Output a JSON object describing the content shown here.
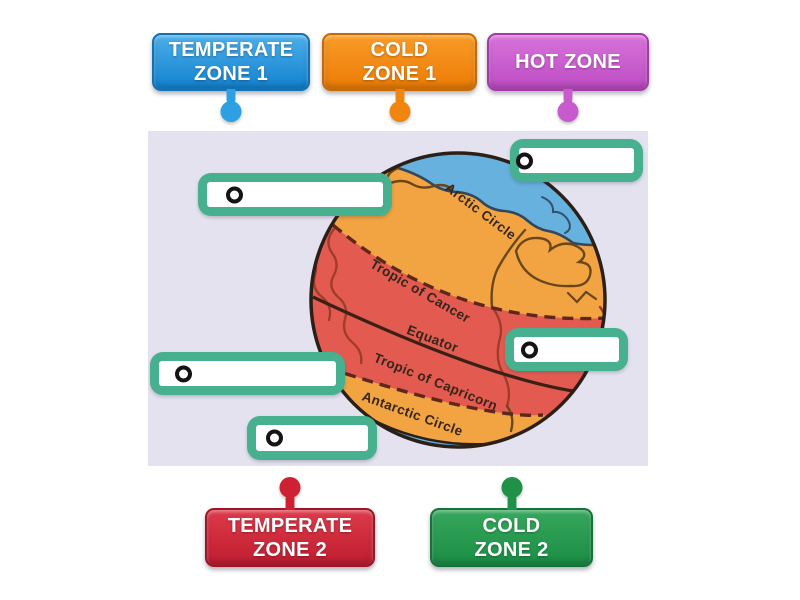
{
  "page": {
    "background": "#ffffff"
  },
  "board": {
    "background": "#e3e2ee",
    "slot_border_color": "#47b08e",
    "slot_marker_color": "#141414"
  },
  "draggables": [
    {
      "id": "temperate-zone-1",
      "label": "TEMPERATE\nZONE 1",
      "color": "#2196dd",
      "row": "top"
    },
    {
      "id": "cold-zone-1",
      "label": "COLD\nZONE 1",
      "color": "#f0850f",
      "row": "top"
    },
    {
      "id": "hot-zone",
      "label": "HOT ZONE",
      "color": "#c75bcd",
      "row": "top"
    },
    {
      "id": "temperate-zone-2",
      "label": "TEMPERATE\nZONE 2",
      "color": "#ce2133",
      "row": "bottom"
    },
    {
      "id": "cold-zone-2",
      "label": "COLD\nZONE 2",
      "color": "#1f9149",
      "row": "bottom"
    }
  ],
  "slots": [
    {
      "id": "slot-1",
      "value": ""
    },
    {
      "id": "slot-2",
      "value": ""
    },
    {
      "id": "slot-3",
      "value": ""
    },
    {
      "id": "slot-4",
      "value": ""
    },
    {
      "id": "slot-5",
      "value": ""
    }
  ],
  "globe": {
    "labels": {
      "arctic": "Arctic Circle",
      "cancer": "Tropic of Cancer",
      "equator": "Equator",
      "capricorn": "Tropic of Capricorn",
      "antarctic": "Antarctic Circle"
    },
    "zone_colors": {
      "cold": "#66b1de",
      "temperate": "#f1a441",
      "hot": "#e35b50"
    },
    "outline_color": "#2b1f17"
  }
}
